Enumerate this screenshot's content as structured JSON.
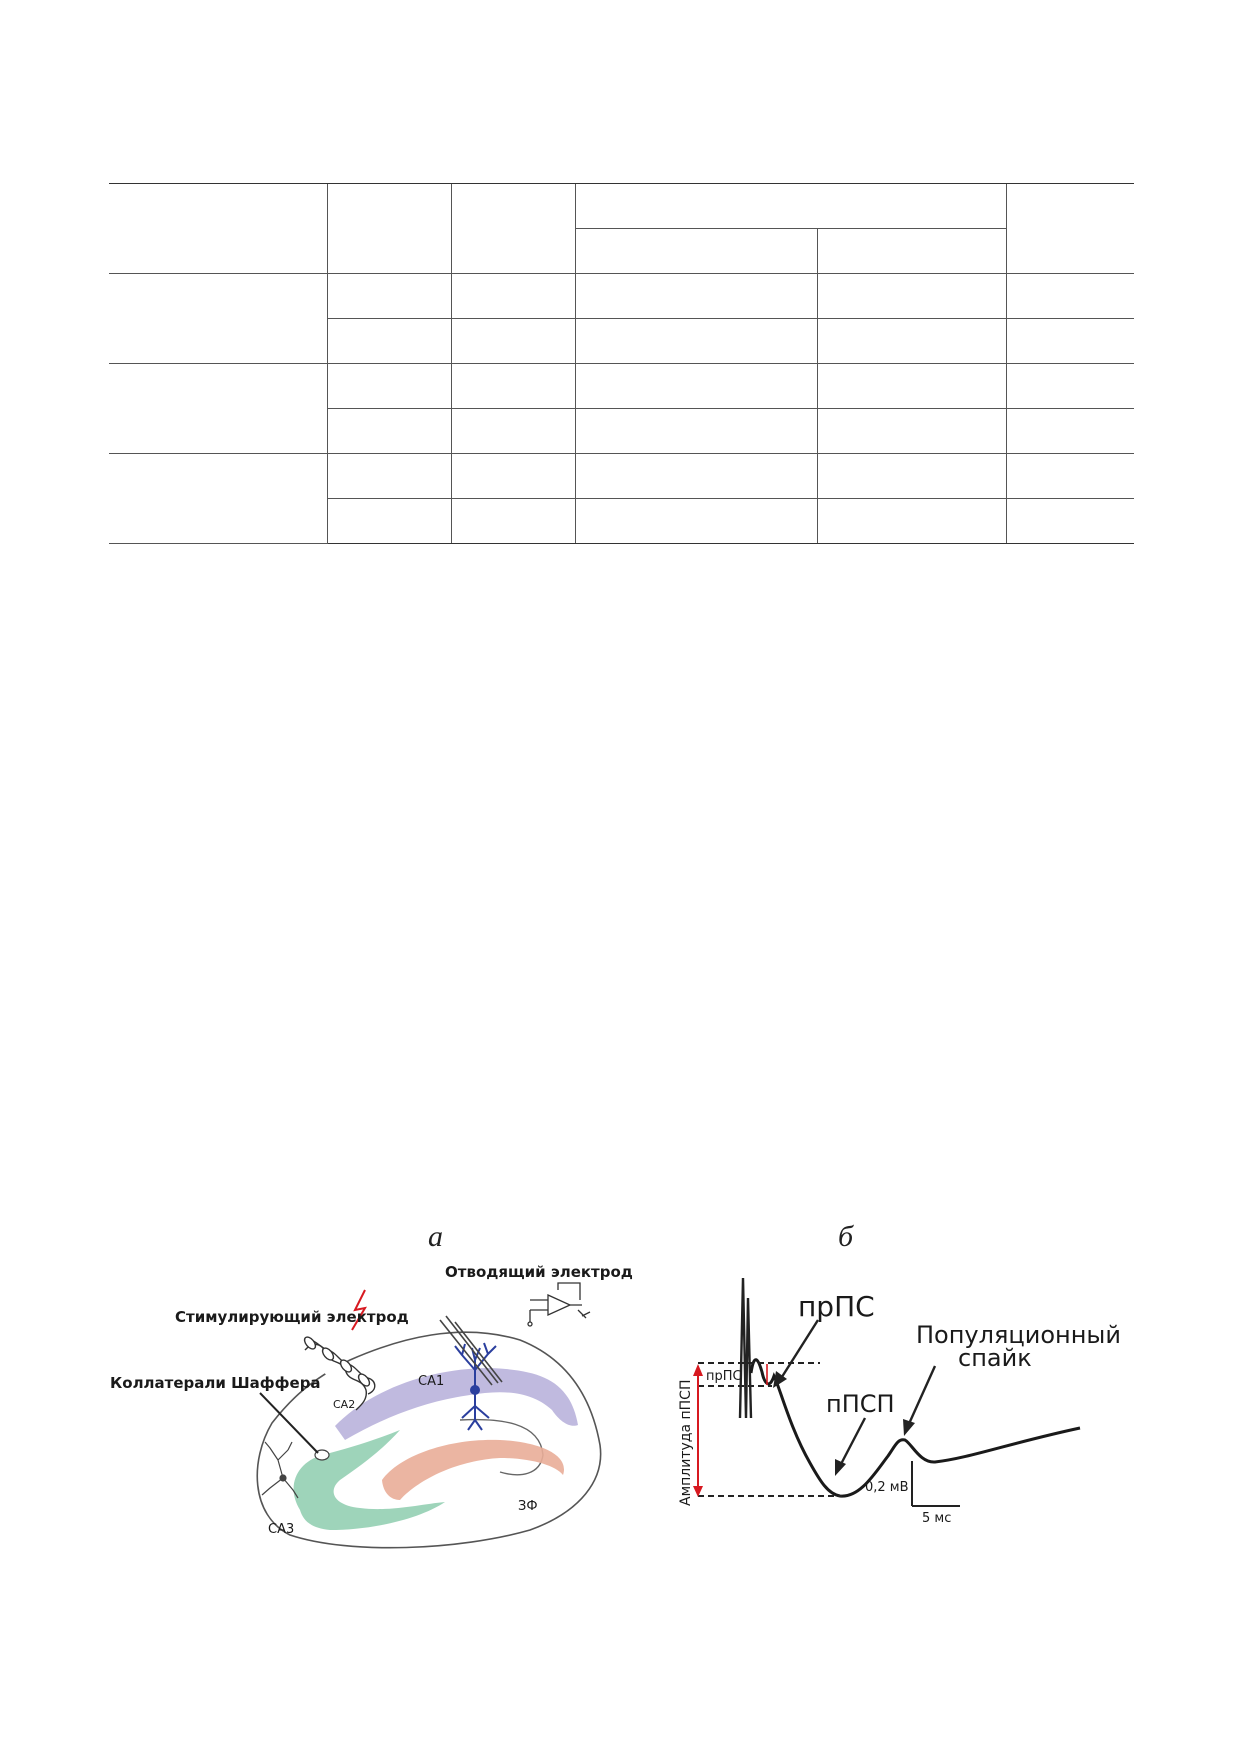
{
  "figure": {
    "panel_a": {
      "letter": "а",
      "labels": {
        "recording_electrode": "Отводящий электрод",
        "stimulating_electrode": "Стимулирующий электрод",
        "schaffer_collaterals": "Коллатерали Шаффера",
        "ca1": "СА1",
        "ca2": "СА2",
        "ca3": "СА3",
        "dg": "ЗФ"
      },
      "colors": {
        "ca1": "#b9b3dc",
        "ca3": "#93cfb3",
        "dg": "#e9ad98",
        "neuron_ca1": "#2b3f9e",
        "stimulus": "#d71920"
      }
    },
    "panel_b": {
      "letter": "б",
      "labels": {
        "fiber_volley": "прПС",
        "fiber_volley_small": "прПС",
        "fepsp": "пПСП",
        "population_spike_line1": "Популяционный",
        "population_spike_line2": "спайк",
        "fepsp_amplitude": "Амплитуда пПСП",
        "scale_voltage": "0,2 мВ",
        "scale_time": "5 мс"
      },
      "colors": {
        "amplitude_arrow": "#d71920"
      }
    }
  }
}
